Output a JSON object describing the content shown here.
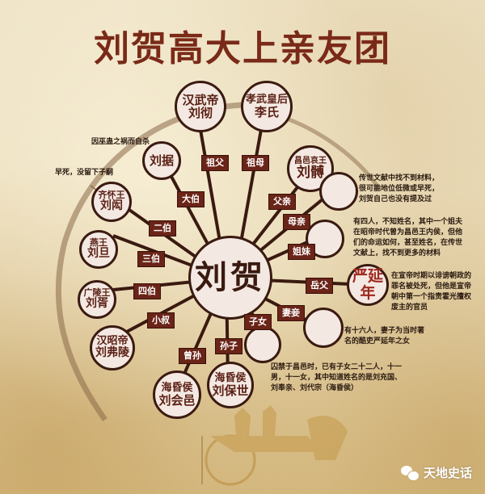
{
  "title": "刘贺高大上亲友团",
  "center": {
    "name": "刘贺"
  },
  "nodes": {
    "grandfather": {
      "title": "汉武帝",
      "name": "刘彻",
      "relation": "祖父"
    },
    "grandmother": {
      "title": "孝武皇后",
      "name": "李氏",
      "relation": "祖母"
    },
    "father": {
      "title": "昌邑哀王",
      "name": "刘髆",
      "relation": "父亲"
    },
    "mother": {
      "title": "",
      "name": "",
      "relation": "母亲"
    },
    "sisters": {
      "title": "",
      "name": "",
      "relation": "姐妹"
    },
    "father_in_law": {
      "title": "",
      "name": "严延年",
      "relation": "岳父"
    },
    "wives": {
      "title": "",
      "name": "",
      "relation": "妻妾"
    },
    "children": {
      "title": "",
      "name": "",
      "relation": "子女"
    },
    "grandson": {
      "title": "海昏侯",
      "name": "刘保世",
      "relation": "孙子"
    },
    "great_grandson": {
      "title": "海昏侯",
      "name": "刘会邑",
      "relation": "曾孙"
    },
    "youngest_uncle": {
      "title": "汉昭帝",
      "name": "刘弗陵",
      "relation": "小叔"
    },
    "fourth_uncle": {
      "title": "广陵王",
      "name": "刘胥",
      "relation": "四伯"
    },
    "third_uncle": {
      "title": "燕王",
      "name": "刘旦",
      "relation": "三伯"
    },
    "second_uncle": {
      "title": "齐怀王",
      "name": "刘闳",
      "relation": "二伯"
    },
    "eldest_uncle": {
      "title": "",
      "name": "刘据",
      "relation": "大伯"
    }
  },
  "notes": {
    "eldest_uncle": "因巫蛊之祸而自杀",
    "second_uncle": "早死，没留下子嗣",
    "mother": [
      "传世文献中找不到材料，",
      "很可能地位低微或早死，",
      "刘贺自己也没有提及过"
    ],
    "sisters": [
      "有四人，不知姓名，其中一个姐夫",
      "在昭帝时代曾为昌邑王内侯，但他",
      "们的命运如何，甚至姓名，在传世",
      "文献上，找不到更多的材料"
    ],
    "father_in_law": [
      "在宣帝时期以诽谤朝政的",
      "罪名被处死，但他是宣帝",
      "朝中第一个指责霍光擅权",
      "废主的官员"
    ],
    "wives": [
      "有十六人，妻子为当时著",
      "名的酷吏严延年之女"
    ],
    "children": [
      "囚禁于昌邑时，已有子女二十二人，十一",
      "男，十一女，其中知道姓名的是刘充国、",
      "刘奉亲、刘代宗（海昏侯）"
    ]
  },
  "watermark": {
    "icon": "wechat-icon",
    "text": "天地史话"
  },
  "colors": {
    "title": "#7a2a18",
    "tag_bg": "#6a2418",
    "line": "#3a1a10",
    "node_fill": "#f3e9e2"
  }
}
